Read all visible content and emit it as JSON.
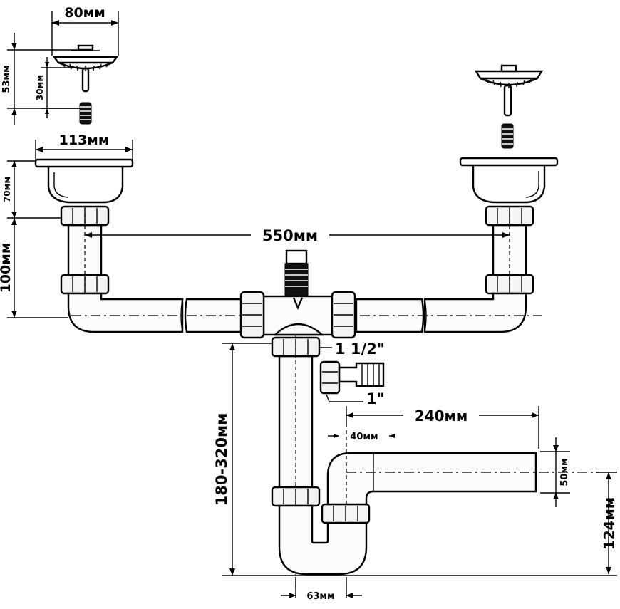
{
  "dimensions": {
    "small_strainer_width": "80мм",
    "strainer_height": "53мм",
    "stem_length": "30мм",
    "basket_width": "113мм",
    "basket_depth": "70мм",
    "tailpiece_height": "100мм",
    "basin_spacing": "550мм",
    "main_thread": "1 1/2\"",
    "side_inlet": "1\"",
    "outlet_length": "240мм",
    "outlet_offset": "40мм",
    "outlet_diameter": "50мм",
    "outlet_height": "124мм",
    "siphon_height": "180-320мм",
    "siphon_width": "63мм"
  }
}
